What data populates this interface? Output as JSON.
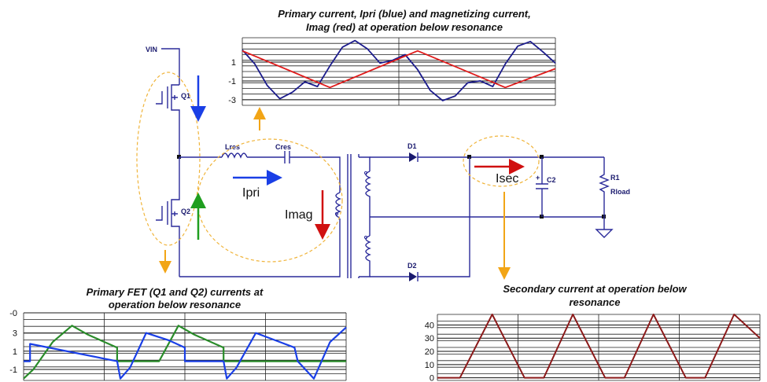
{
  "titles": {
    "top_line1": "Primary current, Ipri (blue) and magnetizing current,",
    "top_line2": "Imag (red) at operation below resonance",
    "left_line1": "Primary FET (Q1 and Q2) currents at",
    "left_line2": "operation below resonance",
    "right_line1": "Secondary current at operation below",
    "right_line2": "resonance"
  },
  "components": {
    "vin": "VIN",
    "q1": "Q1",
    "q2": "Q2",
    "lres": "Lres",
    "cres": "Cres",
    "d1": "D1",
    "d2": "D2",
    "c2": "C2",
    "r1": "R1",
    "rload": "Rload"
  },
  "current_labels": {
    "ipri": "Ipri",
    "imag": "Imag",
    "isec": "Isec"
  },
  "colors": {
    "ipri": "#1c1c8c",
    "imag": "#e01b1b",
    "q1": "#1a3fe6",
    "q2": "#2a8c2a",
    "isec": "#8b1a1a",
    "arrow_blue": "#1a3fe6",
    "arrow_red": "#d01010",
    "arrow_green": "#1f9e1f",
    "arrow_orange": "#f2a516",
    "wire": "#2a2a9a",
    "dashed_group": "#f0b43a"
  },
  "chart_data": [
    {
      "type": "line",
      "title": "Primary current, Ipri (blue) and magnetizing current, Imag (red) at operation below resonance",
      "y_ticks": [
        "1",
        "-1",
        "-3"
      ],
      "ylim": [
        -3.6,
        3.6
      ],
      "grid": true,
      "series": [
        {
          "name": "Ipri",
          "color": "#1c1c8c",
          "x": [
            0,
            0.04,
            0.08,
            0.12,
            0.16,
            0.2,
            0.24,
            0.28,
            0.32,
            0.36,
            0.4,
            0.44,
            0.48,
            0.52,
            0.56,
            0.6,
            0.64,
            0.68,
            0.72,
            0.76,
            0.8,
            0.84,
            0.88,
            0.92,
            0.96,
            1.0
          ],
          "y": [
            2.3,
            0.8,
            -1.5,
            -2.9,
            -2.2,
            -1.1,
            -1.6,
            0.6,
            2.6,
            3.3,
            2.4,
            0.9,
            1.2,
            1.8,
            0.2,
            -2.0,
            -3.1,
            -2.6,
            -1.2,
            -1.0,
            -1.6,
            0.8,
            2.7,
            3.2,
            2.1,
            0.9
          ]
        },
        {
          "name": "Imag",
          "color": "#e01b1b",
          "x": [
            0,
            0.28,
            0.56,
            0.84,
            1.0
          ],
          "y": [
            2.2,
            -1.7,
            2.2,
            -1.7,
            0.3
          ]
        }
      ]
    },
    {
      "type": "line",
      "title": "Primary FET (Q1 and Q2) currents at operation below resonance",
      "y_ticks": [
        "-0",
        "3",
        "1",
        "-1"
      ],
      "ylim": [
        -2.2,
        5.2
      ],
      "grid": true,
      "series": [
        {
          "name": "Q2",
          "color": "#2a8c2a",
          "x": [
            0,
            0.03,
            0.09,
            0.15,
            0.2,
            0.29,
            0.29,
            0.36,
            0.42,
            0.48,
            0.53,
            0.62,
            0.62,
            0.7,
            0.76,
            0.82,
            0.88,
            1.0
          ],
          "y": [
            -2.0,
            -1.0,
            2.0,
            3.8,
            2.8,
            1.4,
            -0.1,
            -0.1,
            -0.1,
            3.8,
            2.8,
            1.4,
            -0.1,
            -0.1,
            -0.1,
            -0.1,
            -0.1,
            -0.1
          ]
        },
        {
          "name": "Q1",
          "color": "#1a3fe6",
          "x": [
            0,
            0.02,
            0.02,
            0.29,
            0.3,
            0.33,
            0.38,
            0.45,
            0.5,
            0.5,
            0.62,
            0.63,
            0.66,
            0.72,
            0.78,
            0.84,
            0.85,
            0.9,
            0.95,
            1.0
          ],
          "y": [
            -0.1,
            -0.1,
            1.8,
            -0.1,
            -2.0,
            -0.8,
            3.0,
            2.2,
            1.4,
            -0.1,
            -0.1,
            -2.0,
            -0.8,
            3.0,
            2.2,
            1.4,
            -0.1,
            -2.0,
            2.0,
            3.6
          ]
        }
      ]
    },
    {
      "type": "line",
      "title": "Secondary current at operation below resonance",
      "y_ticks": [
        "40",
        "30",
        "20",
        "10",
        "0"
      ],
      "ylim": [
        -2,
        48
      ],
      "grid": true,
      "series": [
        {
          "name": "Isec",
          "color": "#8b1a1a",
          "x": [
            0,
            0.07,
            0.17,
            0.27,
            0.33,
            0.42,
            0.52,
            0.58,
            0.67,
            0.77,
            0.83,
            0.92,
            1.0
          ],
          "y": [
            0,
            0,
            48,
            0,
            0,
            48,
            0,
            0,
            48,
            0,
            0,
            48,
            30
          ]
        }
      ]
    }
  ]
}
